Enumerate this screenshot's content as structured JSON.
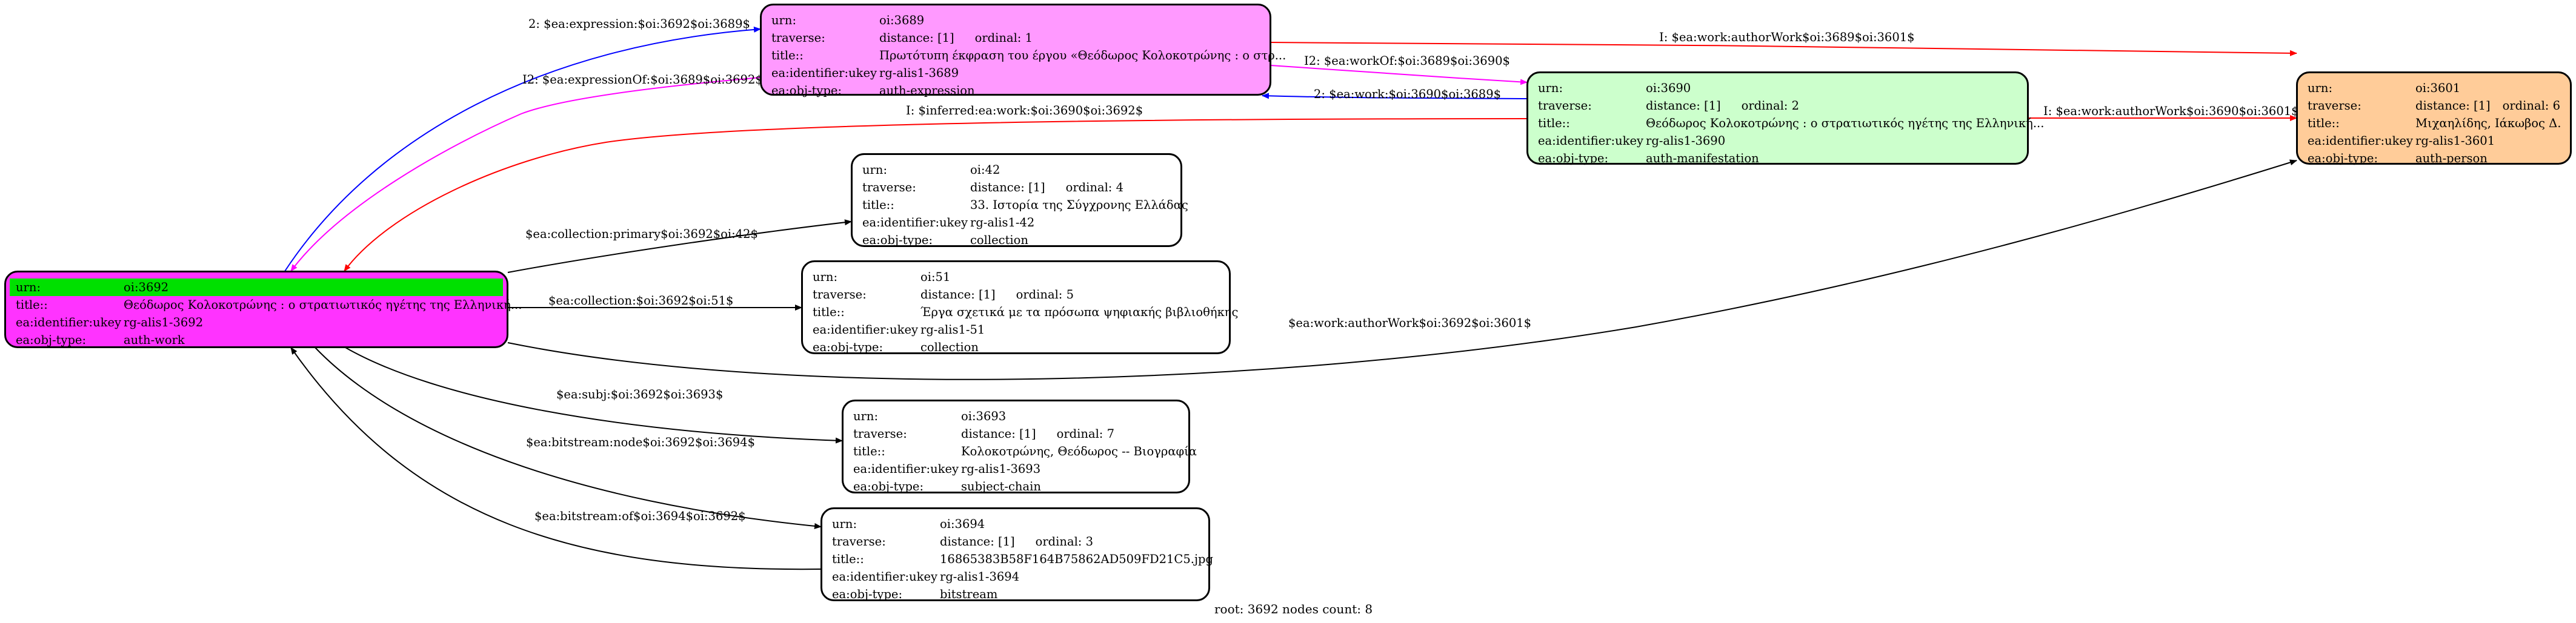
{
  "nodes": {
    "n3692": {
      "bg": "#ff33ff",
      "rows": [
        {
          "k": "urn:",
          "v": "oi:3692",
          "hl": true
        },
        {
          "k": "title::",
          "v": "Θεόδωρος Κολοκοτρώνης : ο στρατιωτικός ηγέτης της Ελληνική..."
        },
        {
          "k": "ea:identifier:ukey",
          "v": "rg-alis1-3692"
        },
        {
          "k": "ea:obj-type:",
          "v": "auth-work"
        }
      ]
    },
    "n3689": {
      "bg": "#ff99ff",
      "rows": [
        {
          "k": "urn:",
          "v": "oi:3689"
        },
        {
          "k": "traverse:",
          "v": "distance: [1]",
          "v2": "ordinal: 1"
        },
        {
          "k": "title::",
          "v": "Πρωτότυπη έκφραση του έργου «Θεόδωρος Κολοκοτρώνης : ο στρ..."
        },
        {
          "k": "ea:identifier:ukey",
          "v": "rg-alis1-3689"
        },
        {
          "k": "ea:obj-type:",
          "v": "auth-expression"
        }
      ]
    },
    "n3690": {
      "bg": "#ccffcc",
      "rows": [
        {
          "k": "urn:",
          "v": "oi:3690"
        },
        {
          "k": "traverse:",
          "v": "distance: [1]",
          "v2": "ordinal: 2"
        },
        {
          "k": "title::",
          "v": "Θεόδωρος Κολοκοτρώνης : ο στρατιωτικός ηγέτης της Ελληνική..."
        },
        {
          "k": "ea:identifier:ukey",
          "v": "rg-alis1-3690"
        },
        {
          "k": "ea:obj-type:",
          "v": "auth-manifestation"
        }
      ]
    },
    "n3601": {
      "bg": "#ffcc99",
      "rows": [
        {
          "k": "urn:",
          "v": "oi:3601"
        },
        {
          "k": "traverse:",
          "v": "distance: [1]",
          "v2": "ordinal: 6"
        },
        {
          "k": "title::",
          "v": "Μιχαηλίδης, Ιάκωβος Δ."
        },
        {
          "k": "ea:identifier:ukey",
          "v": "rg-alis1-3601"
        },
        {
          "k": "ea:obj-type:",
          "v": "auth-person"
        }
      ]
    },
    "n42": {
      "bg": "#ffffff",
      "rows": [
        {
          "k": "urn:",
          "v": "oi:42"
        },
        {
          "k": "traverse:",
          "v": "distance: [1]",
          "v2": "ordinal: 4"
        },
        {
          "k": "title::",
          "v": "33. Ιστορία της Σύγχρονης Ελλάδας"
        },
        {
          "k": "ea:identifier:ukey",
          "v": "rg-alis1-42"
        },
        {
          "k": "ea:obj-type:",
          "v": "collection"
        }
      ]
    },
    "n51": {
      "bg": "#ffffff",
      "rows": [
        {
          "k": "urn:",
          "v": "oi:51"
        },
        {
          "k": "traverse:",
          "v": "distance: [1]",
          "v2": "ordinal: 5"
        },
        {
          "k": "title::",
          "v": "Έργα σχετικά με τα πρόσωπα ψηφιακής βιβλιοθήκης"
        },
        {
          "k": "ea:identifier:ukey",
          "v": "rg-alis1-51"
        },
        {
          "k": "ea:obj-type:",
          "v": "collection"
        }
      ]
    },
    "n3693": {
      "bg": "#ffffff",
      "rows": [
        {
          "k": "urn:",
          "v": "oi:3693"
        },
        {
          "k": "traverse:",
          "v": "distance: [1]",
          "v2": "ordinal: 7"
        },
        {
          "k": "title::",
          "v": "Κολοκοτρώνης, Θεόδωρος -- Βιογραφία"
        },
        {
          "k": "ea:identifier:ukey",
          "v": "rg-alis1-3693"
        },
        {
          "k": "ea:obj-type:",
          "v": "subject-chain"
        }
      ]
    },
    "n3694": {
      "bg": "#ffffff",
      "rows": [
        {
          "k": "urn:",
          "v": "oi:3694"
        },
        {
          "k": "traverse:",
          "v": "distance: [1]",
          "v2": "ordinal: 3"
        },
        {
          "k": "title::",
          "v": "16865383B58F164B75862AD509FD21C5.jpg"
        },
        {
          "k": "ea:identifier:ukey",
          "v": "rg-alis1-3694"
        },
        {
          "k": "ea:obj-type:",
          "v": "bitstream"
        }
      ]
    }
  },
  "edges": {
    "e_expression": {
      "label": "2: $ea:expression:$oi:3692$oi:3689$",
      "color": "#0000ff"
    },
    "e_expressionOf": {
      "label": "I2: $ea:expressionOf:$oi:3689$oi:3692$",
      "color": "#ff00ff"
    },
    "e_authorWork_3689": {
      "label": "I: $ea:work:authorWork$oi:3689$oi:3601$",
      "color": "#ff0000"
    },
    "e_workOf": {
      "label": "I2: $ea:workOf:$oi:3689$oi:3690$",
      "color": "#ff00ff"
    },
    "e_work": {
      "label": "2: $ea:work:$oi:3690$oi:3689$",
      "color": "#0000ff"
    },
    "e_inferred": {
      "label": "I: $inferred:ea:work:$oi:3690$oi:3692$",
      "color": "#ff0000"
    },
    "e_authorWork_3690": {
      "label": "I: $ea:work:authorWork$oi:3690$oi:3601$",
      "color": "#ff0000"
    },
    "e_collection_primary": {
      "label": "$ea:collection:primary$oi:3692$oi:42$",
      "color": "#000000"
    },
    "e_collection": {
      "label": "$ea:collection:$oi:3692$oi:51$",
      "color": "#000000"
    },
    "e_authorWork_3692": {
      "label": "$ea:work:authorWork$oi:3692$oi:3601$",
      "color": "#000000"
    },
    "e_subj": {
      "label": "$ea:subj:$oi:3692$oi:3693$",
      "color": "#000000"
    },
    "e_bitstream_node": {
      "label": "$ea:bitstream:node$oi:3692$oi:3694$",
      "color": "#000000"
    },
    "e_bitstream_of": {
      "label": "$ea:bitstream:of$oi:3694$oi:3692$",
      "color": "#000000"
    }
  },
  "footer": "root: 3692 nodes count: 8"
}
